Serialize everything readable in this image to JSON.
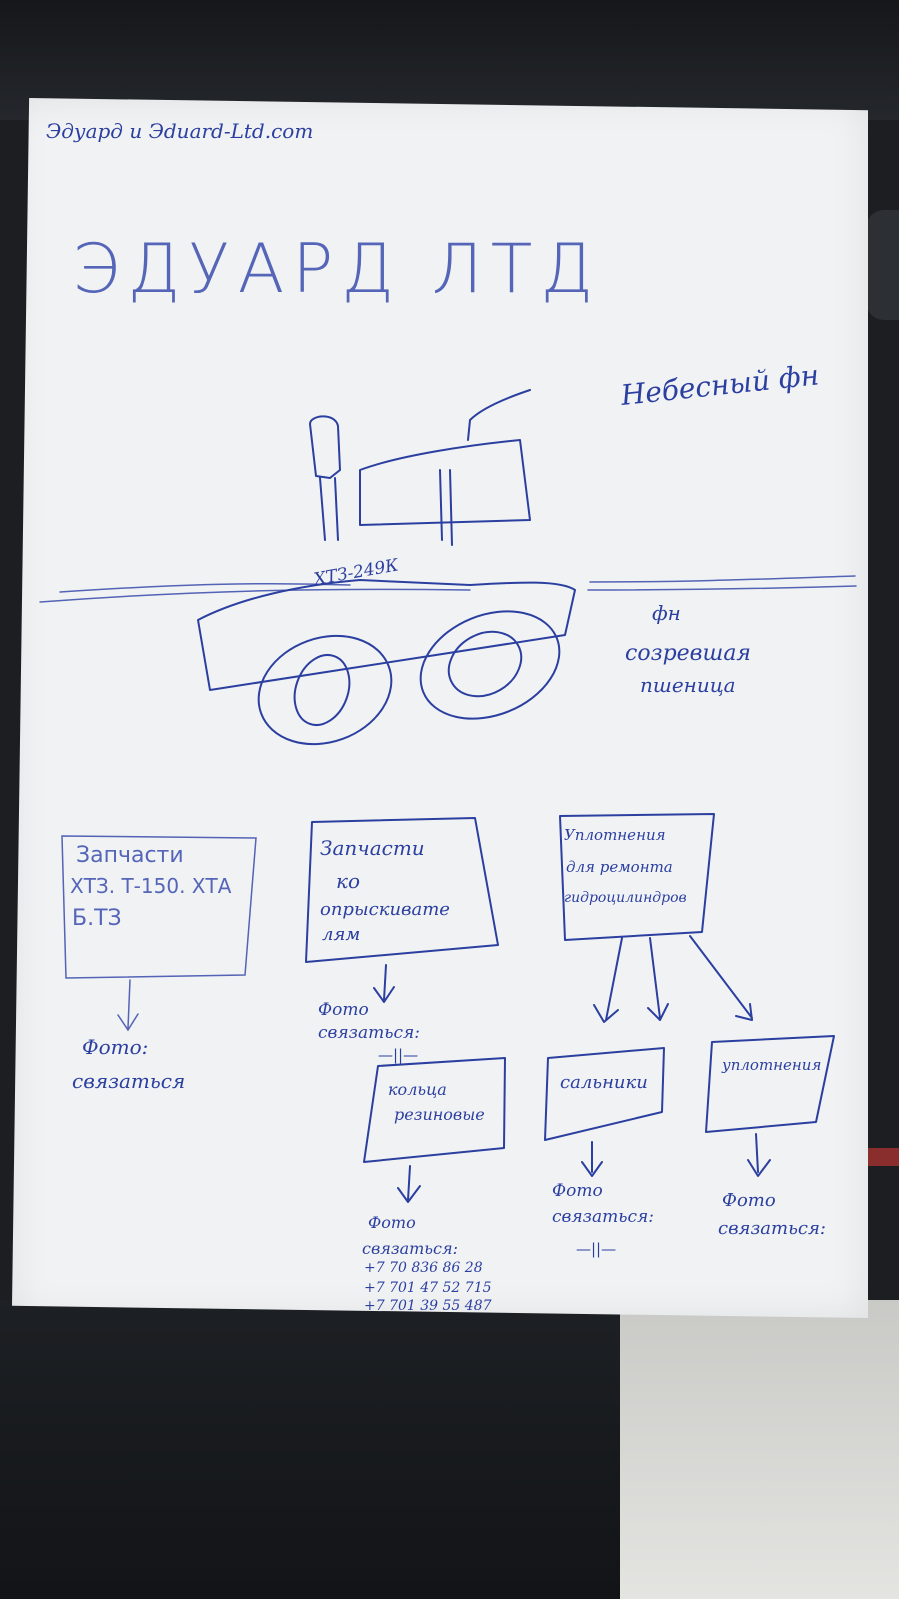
{
  "header": {
    "website": "Эдуард и Эduard-Ltd.com",
    "brand": "ЭДУАРД ЛТД"
  },
  "scene": {
    "sky_label": "Небесный фн",
    "tractor_model": "ХТЗ-249К",
    "field_label": [
      "фн",
      "созревшая",
      "пшеница"
    ]
  },
  "cards": [
    {
      "lines": [
        "Запчасти",
        "ХТЗ. Т-150. ХТА",
        "Б.ТЗ"
      ],
      "caption": [
        "Фото:",
        "связаться"
      ]
    },
    {
      "lines": [
        "Запчасти",
        "ко",
        "опрыскивате",
        "лям"
      ],
      "caption": [
        "Фото",
        "связаться:",
        "—||—"
      ]
    },
    {
      "lines": [
        "Уплотнения",
        "для ремонта",
        "гидроцилиндров"
      ],
      "caption": []
    }
  ],
  "sub_cards": [
    {
      "lines": [
        "кольца",
        "резиновые"
      ],
      "caption": [
        "Фото",
        "связаться:"
      ]
    },
    {
      "lines": [
        "сальники"
      ],
      "caption": [
        "Фото",
        "связаться:",
        "—||—"
      ]
    },
    {
      "lines": [
        "уплотнения"
      ],
      "caption": [
        "Фото",
        "связаться:"
      ]
    }
  ],
  "contacts": [
    "+7 70 836 86 28",
    "+7 701 47 52 715",
    "+7 701 39 55 487"
  ],
  "colors": {
    "ink": "#2b3fa0",
    "paper": "#f1f2f4",
    "background": "#1c1e22"
  }
}
